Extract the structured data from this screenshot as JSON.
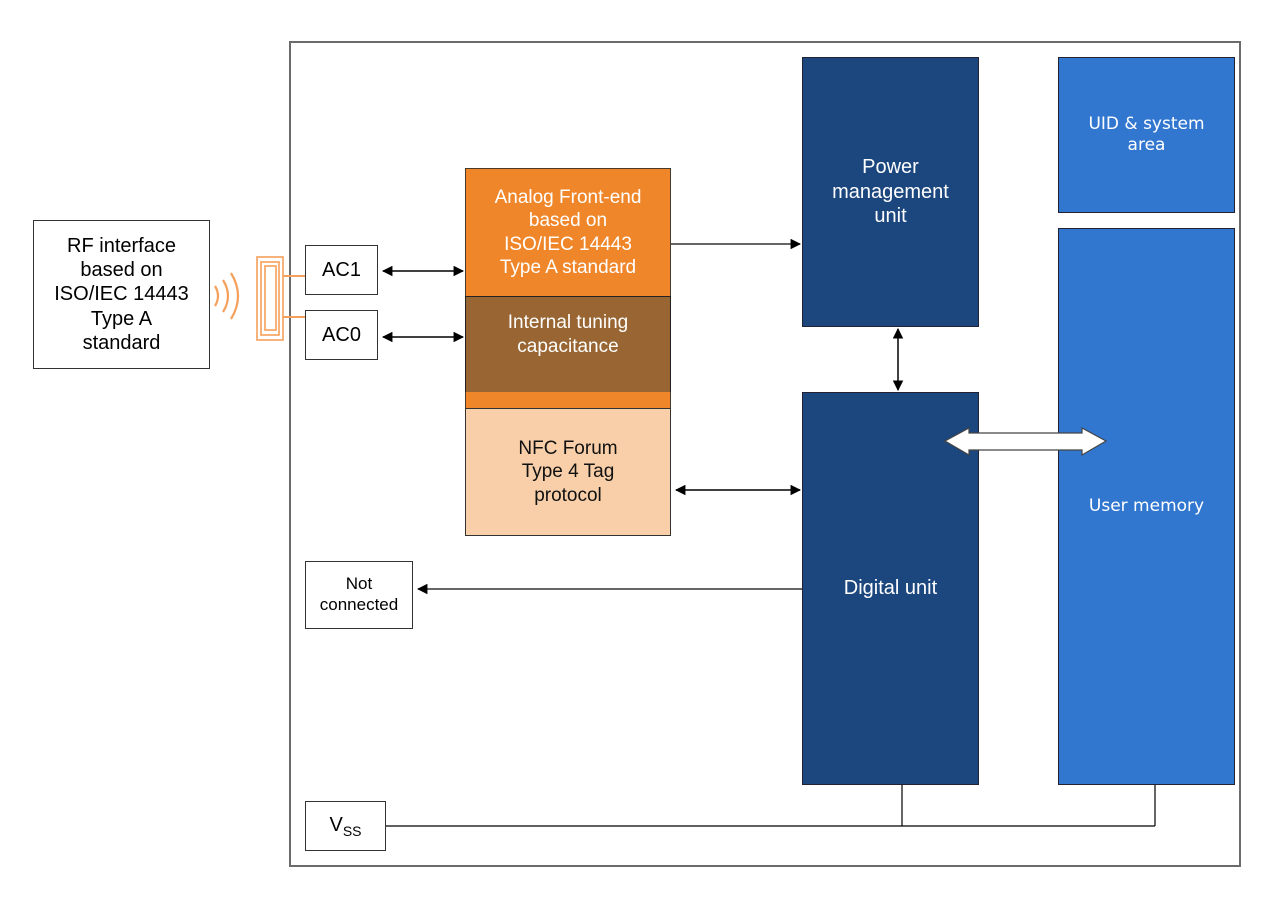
{
  "diagram": {
    "external": {
      "rf_interface": "RF interface\nbased on\nISO/IEC 14443\nType A\nstandard"
    },
    "pins": {
      "ac1": "AC1",
      "ac0": "AC0",
      "not_connected": "Not\nconnected",
      "vss_main": "V",
      "vss_sub": "SS"
    },
    "blocks": {
      "analog_front_end": "Analog Front-end\nbased on\nISO/IEC 14443\nType A standard",
      "internal_tuning": "Internal tuning\ncapacitance",
      "nfc_protocol": "NFC Forum\nType 4 Tag\nprotocol",
      "power_management": "Power\nmanagement\nunit",
      "digital_unit": "Digital unit",
      "uid_system_area": "UID & system\narea",
      "user_memory": "User memory"
    },
    "colors": {
      "analog_orange": "#f0862a",
      "tuning_brown": "#996633",
      "nfc_peach": "#f8cfa8",
      "dark_blue": "#1b467e",
      "mid_blue": "#3177d0",
      "antenna_orange": "#f5a05a"
    }
  }
}
